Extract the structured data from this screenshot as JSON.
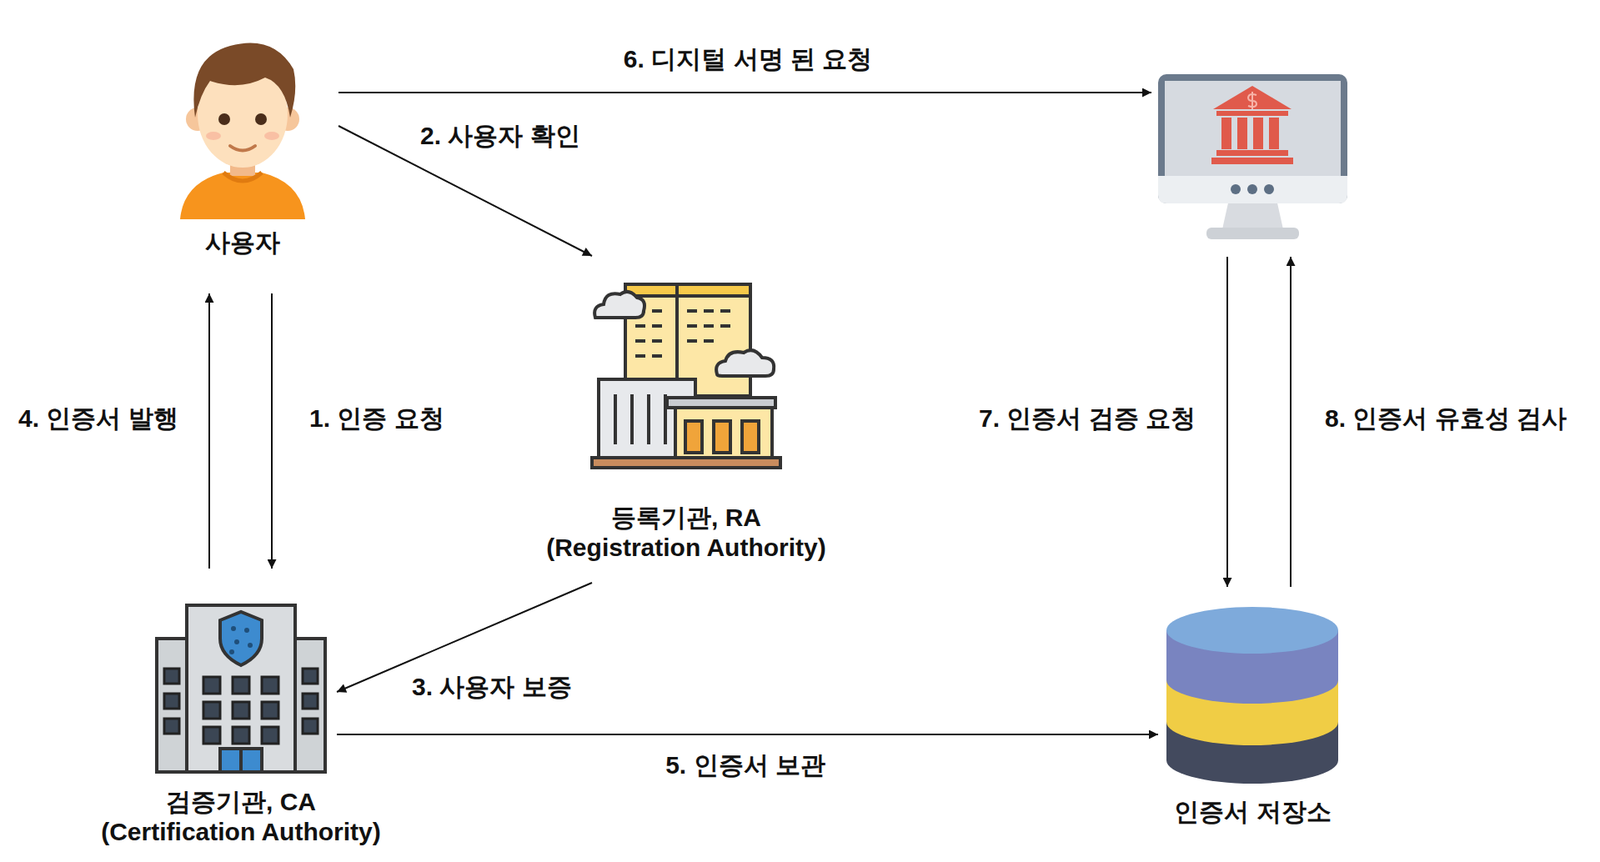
{
  "diagram": {
    "nodes": [
      {
        "text": [
          "사용자"
        ]
      },
      {
        "text": []
      },
      {
        "text": [
          "등록기관, RA (Registration Authority)"
        ]
      },
      {
        "text": [
          "검증기관, CA (Certification Authority)"
        ]
      },
      {
        "text": [
          "인증서 저장소"
        ]
      }
    ],
    "edges": [
      {
        "from": 0,
        "to": 3,
        "label": "1. 인증 요청",
        "arrow": "to"
      },
      {
        "from": 0,
        "to": 2,
        "label": "2. 사용자 확인",
        "arrow": "to"
      },
      {
        "from": 2,
        "to": 3,
        "label": "3. 사용자 보증",
        "arrow": "to"
      },
      {
        "from": 3,
        "to": 0,
        "label": "4. 인증서 발행",
        "arrow": "to"
      },
      {
        "from": 3,
        "to": 4,
        "label": "5. 인증서 보관",
        "arrow": "to"
      },
      {
        "from": 0,
        "to": 1,
        "label": "6. 디지털 서명 된 요청",
        "arrow": "to"
      },
      {
        "from": 1,
        "to": 4,
        "label": "7. 인증서 검증 요청",
        "arrow": "to"
      },
      {
        "from": 4,
        "to": 1,
        "label": "8. 인증서 유효성 검사",
        "arrow": "to"
      }
    ]
  }
}
